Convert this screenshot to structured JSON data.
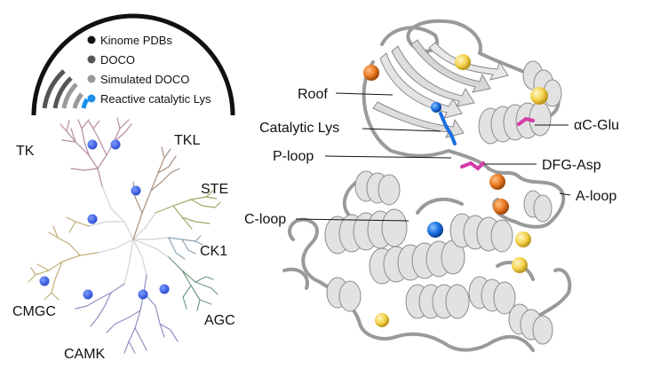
{
  "legend": {
    "items": [
      {
        "label": "Kinome PDBs",
        "color": "#111111"
      },
      {
        "label": "DOCO",
        "color": "#555555"
      },
      {
        "label": "Simulated DOCO",
        "color": "#999999"
      },
      {
        "label": "Reactive catalytic Lys",
        "color": "#1a8fe8"
      }
    ]
  },
  "kinome_tree": {
    "groups": [
      {
        "label": "TK",
        "color": "#b58aa0"
      },
      {
        "label": "TKL",
        "color": "#a89080"
      },
      {
        "label": "STE",
        "color": "#a3a86a"
      },
      {
        "label": "CK1",
        "color": "#8aa3b5"
      },
      {
        "label": "AGC",
        "color": "#6f9a80"
      },
      {
        "label": "CAMK",
        "color": "#8f8fbf"
      },
      {
        "label": "CMGC",
        "color": "#c0b07a"
      }
    ],
    "marker_color": "#3b62e0"
  },
  "structure": {
    "labels": [
      "Roof",
      "Catalytic Lys",
      "P-loop",
      "C-loop",
      "αC-Glu",
      "DFG-Asp",
      "A-loop"
    ],
    "sphere_colors": {
      "orange": "#e8781f",
      "yellow": "#f4d34a",
      "blue": "#1a6fe0",
      "magenta": "#d43aa8"
    }
  }
}
